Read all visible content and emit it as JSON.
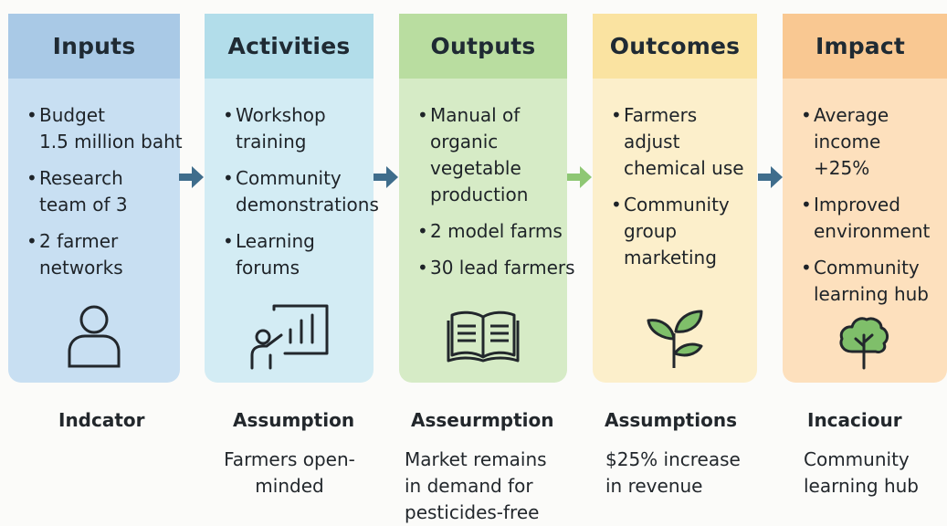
{
  "colors": {
    "inputs_header": "#a9c9e6",
    "inputs_body": "#c8dff2",
    "activities_header": "#b2ddea",
    "activities_body": "#d3ecf4",
    "outputs_header": "#b9dda0",
    "outputs_body": "#d6ebc6",
    "outcomes_header": "#fae3a1",
    "outcomes_body": "#fcefcb",
    "impact_header": "#f9c892",
    "impact_body": "#fde0bd",
    "arrow_blue": "#3f6d8c",
    "arrow_green": "#8ec774"
  },
  "columns": [
    {
      "title": "Inputs",
      "icon": "person-icon",
      "bullets": [
        [
          "Budget",
          "1.5 million baht"
        ],
        [
          "Research",
          "team of 3"
        ],
        [
          "2 farmer",
          "networks"
        ]
      ]
    },
    {
      "title": "Activities",
      "icon": "presentation-icon",
      "bullets": [
        [
          "Workshop",
          "training"
        ],
        [
          "Community",
          "demonstrations"
        ],
        [
          "Learning",
          "forums"
        ]
      ]
    },
    {
      "title": "Outputs",
      "icon": "book-icon",
      "bullets": [
        [
          "Manual of",
          "organic",
          "vegetable",
          "production"
        ],
        [
          "2 model farms"
        ],
        [
          "30 lead farmers"
        ]
      ]
    },
    {
      "title": "Outcomes",
      "icon": "sprout-icon",
      "bullets": [
        [
          "Farmers",
          "adjust",
          "chemical use"
        ],
        [
          "Community",
          "group",
          "marketing"
        ]
      ]
    },
    {
      "title": "Impact",
      "icon": "tree-icon",
      "bullets": [
        [
          "Average",
          "income",
          "+25%"
        ],
        [
          "Improved",
          "environment"
        ],
        [
          "Community",
          "learning hub"
        ]
      ]
    }
  ],
  "bottom": [
    {
      "label": "Indcator",
      "note": ""
    },
    {
      "label": "Assumption",
      "note": "Farmers open-\nminded"
    },
    {
      "label": "Asseurmption",
      "note": "Market remains\nin demand for\npesticides-free"
    },
    {
      "label": "Assumptions",
      "note": "$25% increase\nin revenue"
    },
    {
      "label": "Incaciour",
      "note": "Community\nlearning hub"
    }
  ]
}
